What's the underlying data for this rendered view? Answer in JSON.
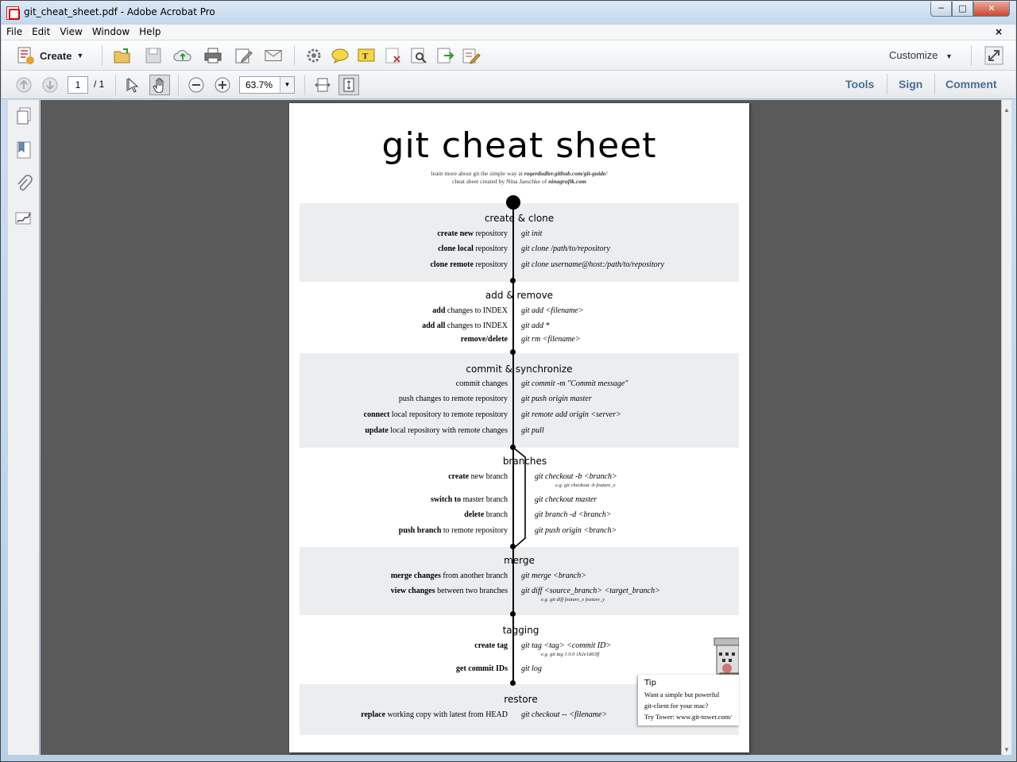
{
  "window": {
    "title": "git_cheat_sheet.pdf - Adobe Acrobat Pro",
    "min": "─",
    "max": "□",
    "close": "✕"
  },
  "menu": {
    "items": [
      "File",
      "Edit",
      "View",
      "Window",
      "Help"
    ],
    "close": "×"
  },
  "toolbar": {
    "create_label": "Create",
    "customize_label": "Customize"
  },
  "nav": {
    "page_current": "1",
    "page_total": "/ 1",
    "zoom": "63.7%"
  },
  "rightlinks": {
    "tools": "Tools",
    "sign": "Sign",
    "comment": "Comment"
  },
  "doc": {
    "title": "git cheat sheet",
    "sub1_pre": "learn more about git the simple way at ",
    "sub1_link": "rogerdudler.github.com/git-guide/",
    "sub2_pre": "cheat sheet created by Nina Jaeschke of ",
    "sub2_link": "ninagrafik.com",
    "sections": {
      "create": {
        "heading": "create & clone",
        "rows": [
          {
            "bold": "create new",
            "rest": " repository",
            "cmd": "git init"
          },
          {
            "bold": "clone local",
            "rest": " repository",
            "cmd": "git clone /path/to/repository"
          },
          {
            "bold": "clone remote",
            "rest": " repository",
            "cmd": "git clone username@host:/path/to/repository"
          }
        ]
      },
      "add": {
        "heading": "add & remove",
        "rows": [
          {
            "bold": "add",
            "rest": " changes to INDEX",
            "cmd": "git add <filename>"
          },
          {
            "bold": "add all",
            "rest": " changes to INDEX",
            "cmd": "git add *"
          },
          {
            "bold": "remove/delete",
            "rest": "",
            "cmd": "git rm <filename>"
          }
        ]
      },
      "commit": {
        "heading": "commit & synchronize",
        "rows": [
          {
            "bold": "",
            "rest": "commit changes",
            "cmd": "git commit -m \"Commit message\""
          },
          {
            "bold": "",
            "rest": "push changes to remote repository",
            "cmd": "git push origin master"
          },
          {
            "bold": "connect",
            "rest": " local repository to remote repository",
            "cmd": "git remote add origin <server>"
          },
          {
            "bold": "update",
            "rest": " local repository with remote changes",
            "cmd": "git pull"
          }
        ]
      },
      "branches": {
        "heading": "branches",
        "rows": [
          {
            "bold": "create",
            "rest": " new branch",
            "cmd": "git checkout -b <branch>",
            "example": "e.g. git checkout -b feature_x"
          },
          {
            "bold": "switch to",
            "rest": " master branch",
            "cmd": "git checkout master"
          },
          {
            "bold": "delete",
            "rest": " branch",
            "cmd": "git branch -d <branch>"
          },
          {
            "bold": "push branch",
            "rest": " to remote repository",
            "cmd": "git push origin <branch>"
          }
        ]
      },
      "merge": {
        "heading": "merge",
        "rows": [
          {
            "bold": "merge changes",
            "rest": " from another branch",
            "cmd": "git merge <branch>"
          },
          {
            "bold": "view changes",
            "rest": " between two branches",
            "cmd": "git diff <source_branch> <target_branch>",
            "example": "e.g. git diff feature_x feature_y"
          }
        ]
      },
      "tagging": {
        "heading": "tagging",
        "rows": [
          {
            "bold": "create tag",
            "rest": "",
            "cmd": "git tag <tag> <commit ID>",
            "example": "e.g. git tag 1.0.0 1b2e1d63ff"
          },
          {
            "bold": "get commit IDs",
            "rest": "",
            "cmd": "git log"
          }
        ]
      },
      "restore": {
        "heading": "restore",
        "rows": [
          {
            "bold": "replace",
            "rest": " working copy with latest from HEAD",
            "cmd": "git checkout -- <filename>"
          }
        ]
      }
    },
    "tip": {
      "heading": "Tip",
      "line1": "Want a simple but powerful",
      "line2": "git-client for your mac?",
      "line3": "Try Tower: www.git-tower.com/"
    }
  },
  "colors": {
    "accent_link": "#4a6c96",
    "page_band": "#ecedef",
    "viewer_bg": "#5a5a5a"
  },
  "icons": [
    "acrobat-icon",
    "open-icon",
    "save-icon",
    "upload-icon",
    "print-icon",
    "edit-icon",
    "email-icon",
    "gear-icon",
    "comment-icon",
    "highlight-icon",
    "redact-icon",
    "search-icon",
    "export-icon",
    "form-icon",
    "expand-icon",
    "prev-page-icon",
    "next-page-icon",
    "select-arrow-icon",
    "hand-icon",
    "zoom-out-icon",
    "zoom-in-icon",
    "fit-page-icon",
    "fit-width-icon",
    "pages-icon",
    "bookmark-icon",
    "attachment-icon",
    "signature-icon",
    "tower-mascot-icon"
  ]
}
